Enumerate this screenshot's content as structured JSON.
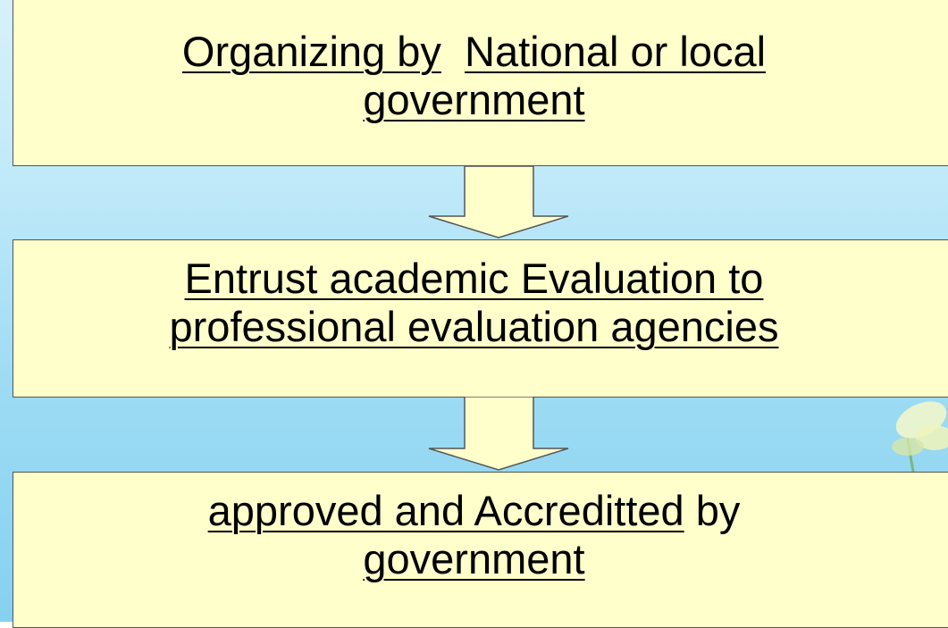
{
  "steps": [
    {
      "line1_a": "Organizing by",
      "line1_b": "National or local",
      "line2": "government"
    },
    {
      "line1": "Entrust academic Evaluation to",
      "line2": "professional evaluation agencies"
    },
    {
      "line1_a": "approved and Accreditted",
      "line1_b": " by",
      "line2": "government"
    }
  ],
  "colors": {
    "box_fill": "#ffffcc",
    "arrow_fill": "#ffffcc",
    "border": "#555555",
    "background": "#a9e0f6"
  }
}
